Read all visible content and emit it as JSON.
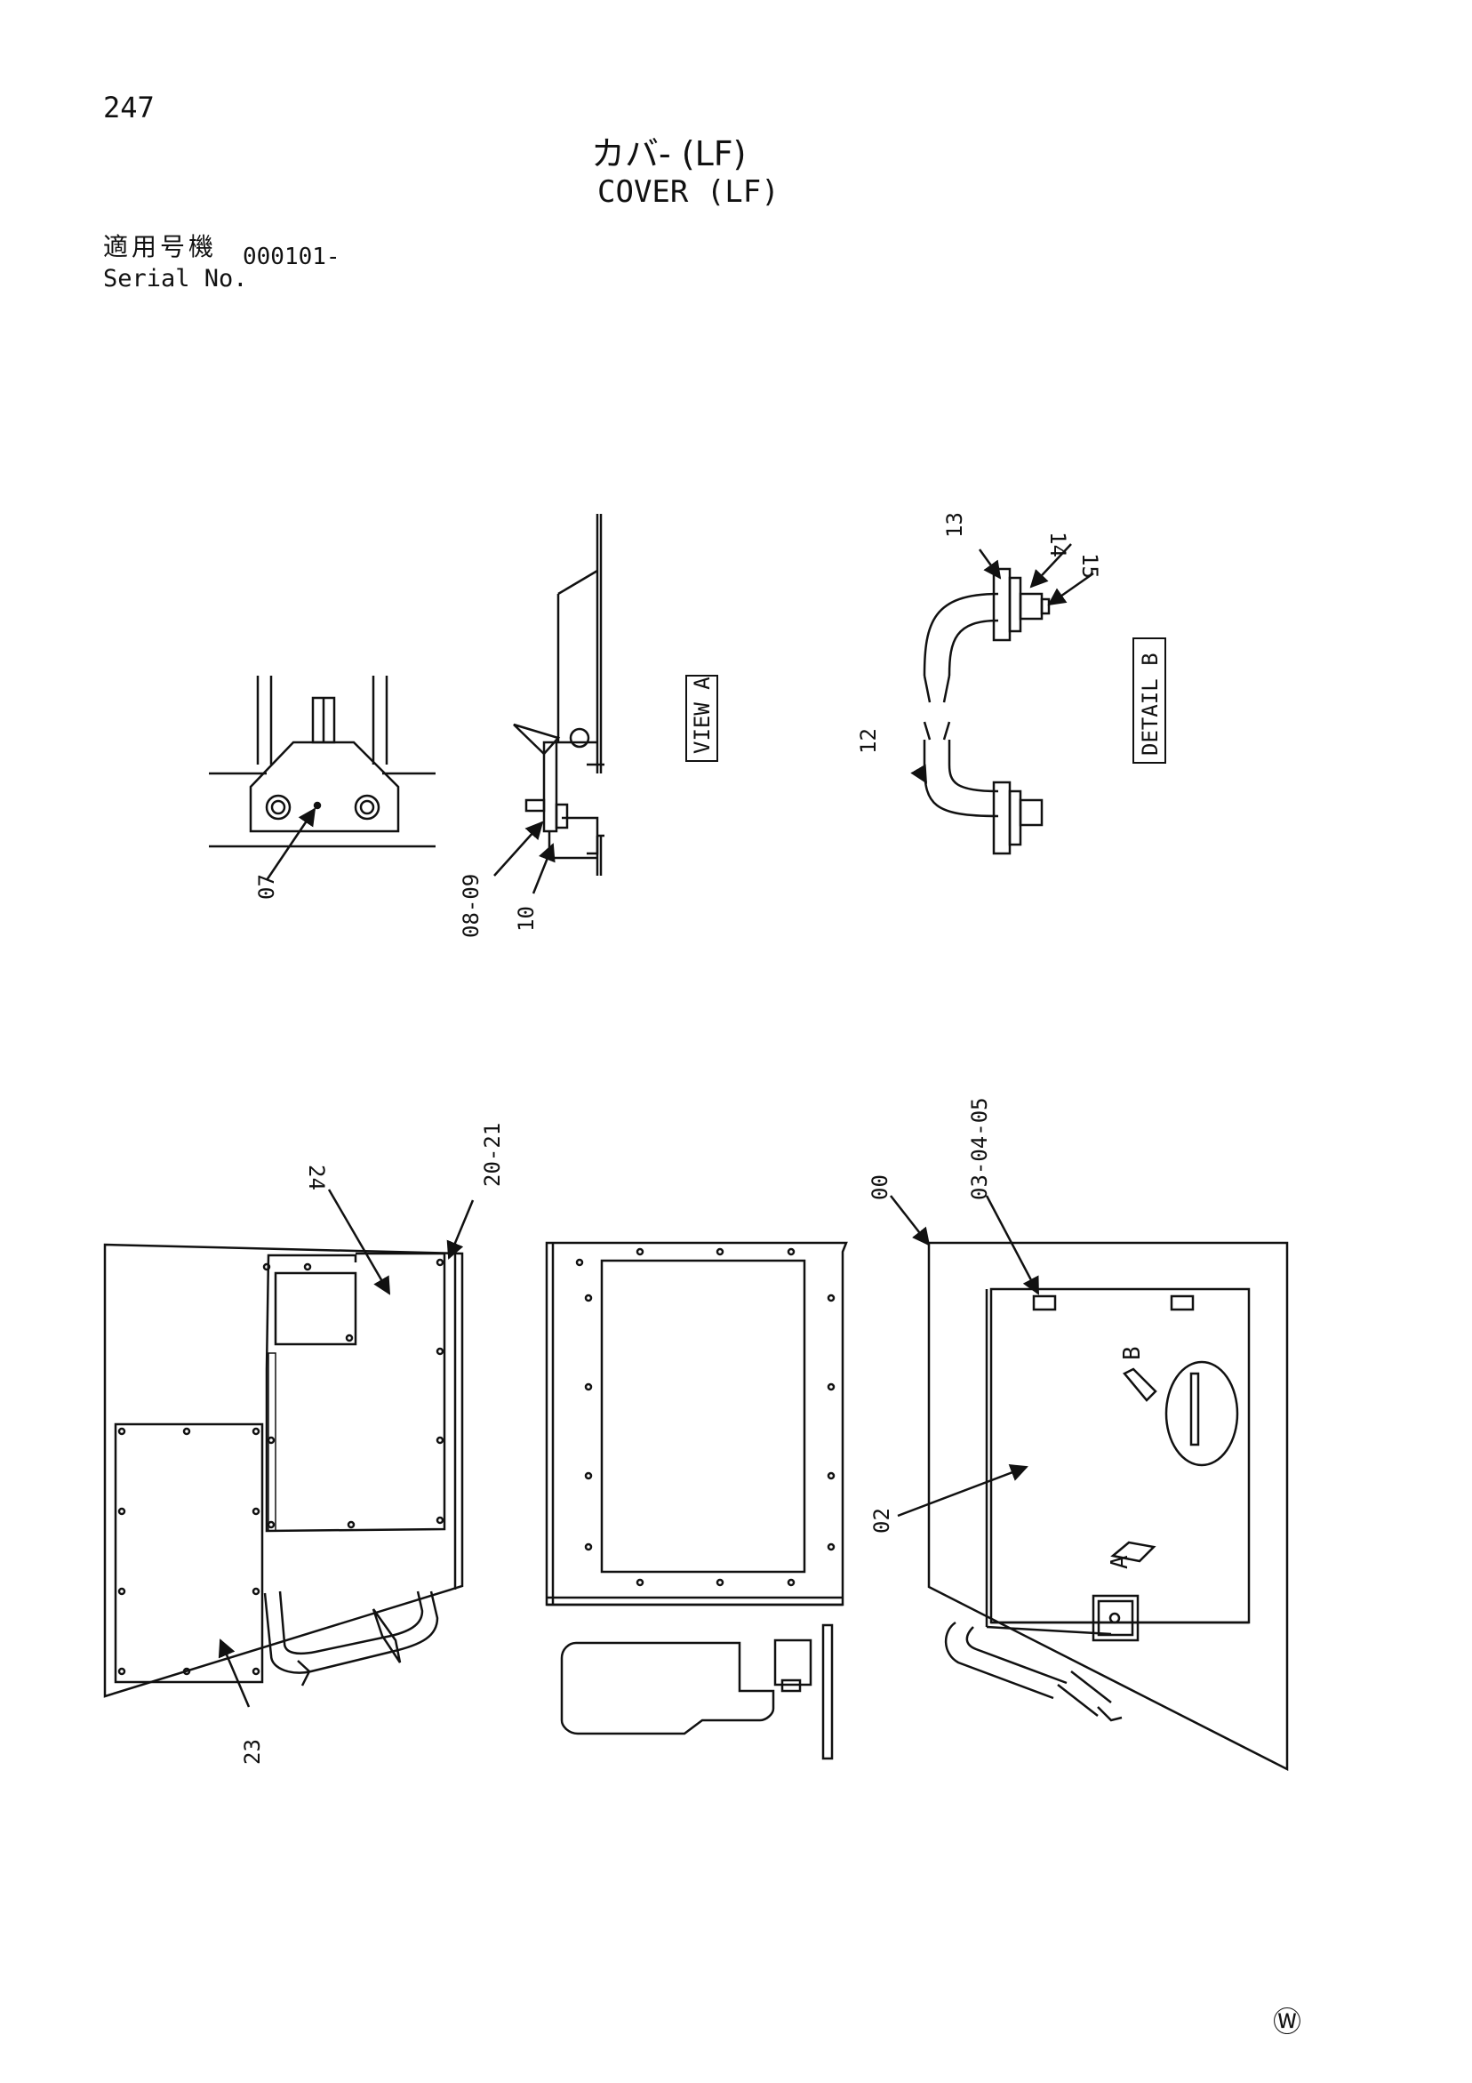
{
  "page_number": "247",
  "title_jp": "カバ- (LF)",
  "title_en": "COVER (LF)",
  "serial": {
    "label_jp": "適用号機",
    "label_en": "Serial No.",
    "value": "000101-"
  },
  "labels": {
    "view_a": "VIEW A",
    "detail_b": "DETAIL B",
    "p07": "07",
    "p0809": "08-09",
    "p10": "10",
    "p12": "12",
    "p13": "13",
    "p14": "14",
    "p15": "15",
    "p24": "24",
    "p2021": "20-21",
    "p23": "23",
    "p00": "00",
    "p030405": "03-04-05",
    "p02": "02",
    "marker_a": "A",
    "marker_b": "B"
  },
  "corner_mark": "Ⓦ"
}
